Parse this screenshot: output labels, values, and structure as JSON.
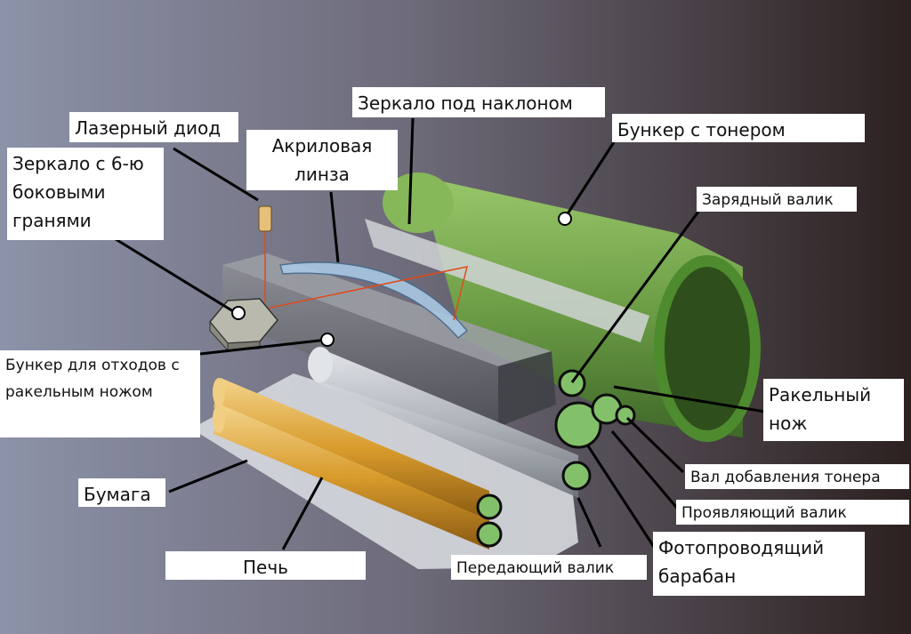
{
  "colors": {
    "background_left": "#8a90a6",
    "background_right": "#2e2322",
    "toner_hopper": "#74a84c",
    "roller_gold": "#e0a93a",
    "leader": "#000000",
    "label_bg": "#ffffff"
  },
  "labels": {
    "laser_diode": "Лазерный диод",
    "hex_mirror": "Зеркало с 6-ю боковыми гранями",
    "acrylic_lens": "Акриловая линза",
    "tilted_mirror": "Зеркало под наклоном",
    "toner_hopper": "Бункер с тонером",
    "charge_roller": "Зарядный валик",
    "waste_hopper": "Бункер для отходов с ракельным ножом",
    "doctor_blade": "Ракельный нож",
    "toner_feed_shaft": "Вал добавления тонера",
    "developer_roller": "Проявляющий валик",
    "photo_drum": "Фотопроводящий барабан",
    "transfer_roller": "Передающий валик",
    "paper": "Бумага",
    "fuser": "Печь"
  }
}
